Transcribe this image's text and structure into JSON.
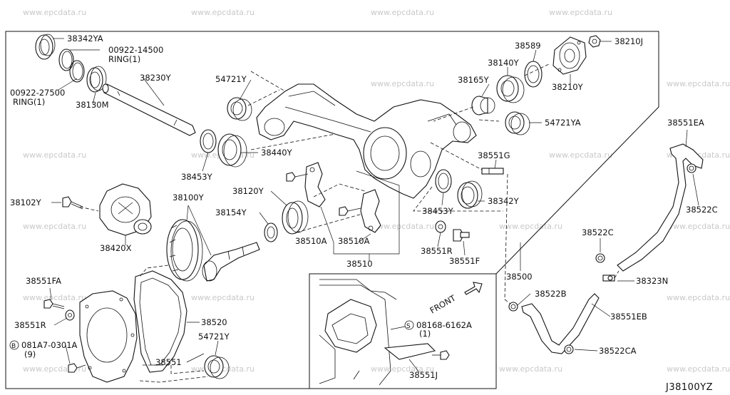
{
  "watermark": "www.epcdata.ru",
  "diagram_code": "J38100YZ",
  "inset": {
    "front_label": "FRONT"
  },
  "labels": {
    "p38342YA": "38342YA",
    "p00922_14500": "00922-14500",
    "ring_top": "RING(1)",
    "p00922_27500": "00922-27500",
    "ring_left": "RING(1)",
    "p38130M": "38130M",
    "p38230Y": "38230Y",
    "p54721Y_top": "54721Y",
    "p38440Y": "38440Y",
    "p38453Y_left": "38453Y",
    "p38589": "38589",
    "p38140Y": "38140Y",
    "p38165Y": "38165Y",
    "p38210Y": "38210Y",
    "p38210J": "38210J",
    "p54721YA": "54721YA",
    "p38551G": "38551G",
    "p38453Y_right": "38453Y",
    "p38342Y": "38342Y",
    "p38102Y": "38102Y",
    "p38100Y": "38100Y",
    "p38120Y": "38120Y",
    "p38154Y": "38154Y",
    "p38420X": "38420X",
    "p38510A_1": "38510A",
    "p38510A_2": "38510A",
    "p38510": "38510",
    "p38551R_right": "38551R",
    "p38551F": "38551F",
    "p38551FA": "38551FA",
    "p38551R_left": "38551R",
    "p081A7": "081A7-0301A",
    "qty_9": "(9)",
    "p38520": "38520",
    "p54721Y_bottom": "54721Y",
    "p38551_bottom": "38551",
    "p08168": "08168-6162A",
    "qty_1": "(1)",
    "p38551J": "38551J",
    "p38500": "38500",
    "p38551EA": "38551EA",
    "p38522C_right": "38522C",
    "p38522C_mid": "38522C",
    "p38323N": "38323N",
    "p38522B": "38522B",
    "p38551EB": "38551EB",
    "p38522CA": "38522CA",
    "circle_B": "B",
    "circle_S": "S"
  }
}
